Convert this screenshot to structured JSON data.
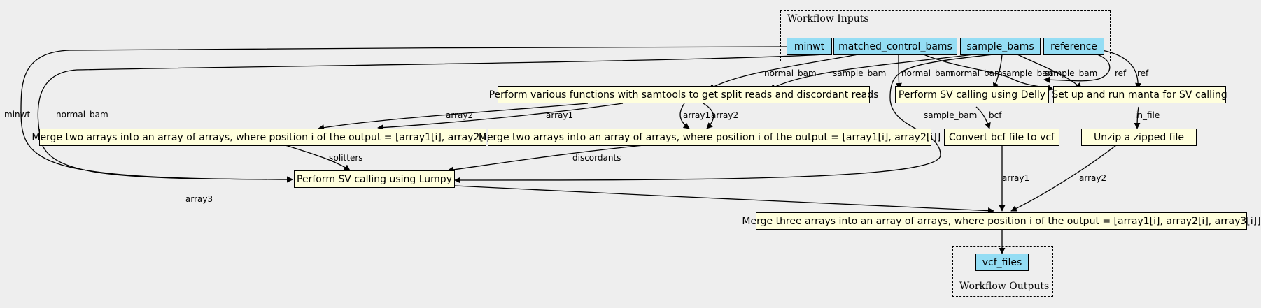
{
  "clusters": {
    "inputs": "Workflow Inputs",
    "outputs": "Workflow Outputs"
  },
  "inputs": {
    "minwt": "minwt",
    "matched_control_bams": "matched_control_bams",
    "sample_bams": "sample_bams",
    "reference": "reference"
  },
  "steps": {
    "samtools": "Perform various functions with samtools to get split reads and discordant reads",
    "merge_two_a": "Merge two arrays into an array of arrays, where position i of the output = [array1[i], array2[i]]",
    "merge_two_b": "Merge two arrays into an array of arrays, where position i of the output = [array1[i], array2[i]]",
    "lumpy": "Perform SV calling using Lumpy",
    "delly": "Perform SV calling using Delly",
    "convert": "Convert bcf file to vcf",
    "manta": "Set up and run manta for SV calling",
    "unzip": "Unzip a zipped file",
    "merge_three": "Merge three arrays into an array of arrays, where position i of the output = [array1[i], array2[i], array3[i]]"
  },
  "outputs": {
    "vcf_files": "vcf_files"
  },
  "edge_labels": {
    "minwt": "minwt",
    "normal_bam": "normal_bam",
    "sample_bam": "sample_bam",
    "ref": "ref",
    "array1": "array1",
    "array2": "array2",
    "array3": "array3",
    "splitters": "splitters",
    "discordants": "discordants",
    "bcf": "bcf",
    "in_file": "in_file"
  }
}
